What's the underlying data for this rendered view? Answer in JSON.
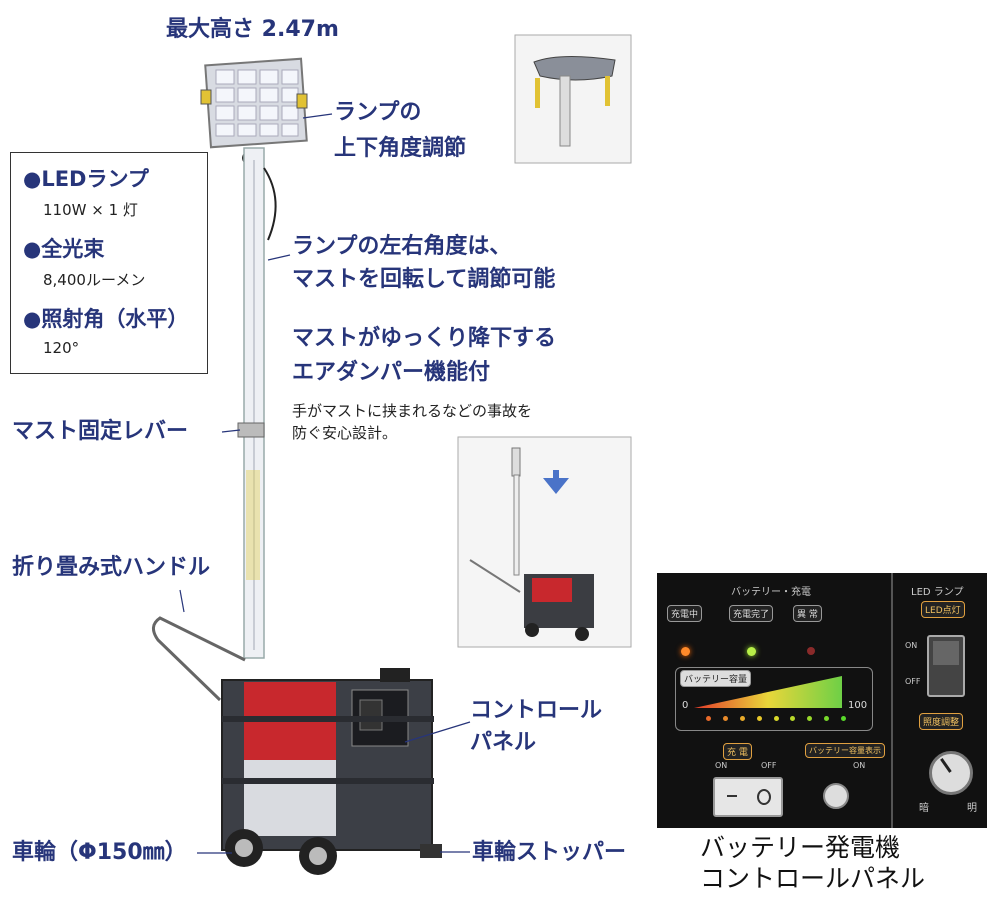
{
  "header": {
    "max_height": "最大高さ 2.47m"
  },
  "specs": {
    "led_heading": "●LEDランプ",
    "led_value": "110W × 1 灯",
    "flux_heading": "●全光束",
    "flux_value": "8,400ルーメン",
    "angle_heading": "●照射角（水平）",
    "angle_value": "120°"
  },
  "callouts": {
    "lamp_tilt_1": "ランプの",
    "lamp_tilt_2": "上下角度調節",
    "lamp_pan_1": "ランプの左右角度は、",
    "lamp_pan_2": "マストを回転して調節可能",
    "damper_1": "マストがゆっくり降下する",
    "damper_2": "エアダンパー機能付",
    "damper_note_1": "手がマストに挟まれるなどの事故を",
    "damper_note_2": "防ぐ安心設計。",
    "mast_lever": "マスト固定レバー",
    "handle": "折り畳み式ハンドル",
    "control_panel_1": "コントロール",
    "control_panel_2": "パネル",
    "wheel": "車輪（Φ150㎜）",
    "wheel_stopper": "車輪ストッパー"
  },
  "panel": {
    "battery_charge": "バッテリー・充電",
    "led_lamp": "LED ランプ",
    "ind_charging": "充電中",
    "ind_charged": "充電完了",
    "ind_error": "異 常",
    "battery_level": "バッテリー容量",
    "scale_min": "0",
    "scale_max": "100",
    "led_on_tag": "LED点灯",
    "on": "ON",
    "off": "OFF",
    "charge_switch": "充 電",
    "charge_on": "ON",
    "charge_off": "OFF",
    "level_display": "バッテリー容量表示",
    "level_on": "ON",
    "dimmer": "照度調整",
    "dark": "暗",
    "bright": "明"
  },
  "panel_caption": {
    "line1": "バッテリー発電機",
    "line2": "コントロールパネル"
  },
  "colors": {
    "label_blue": "#27357a",
    "generator_red": "#c8282d",
    "panel_bg": "#111111",
    "led_green": "#7fdc3a",
    "led_orange": "#e08a2a"
  }
}
